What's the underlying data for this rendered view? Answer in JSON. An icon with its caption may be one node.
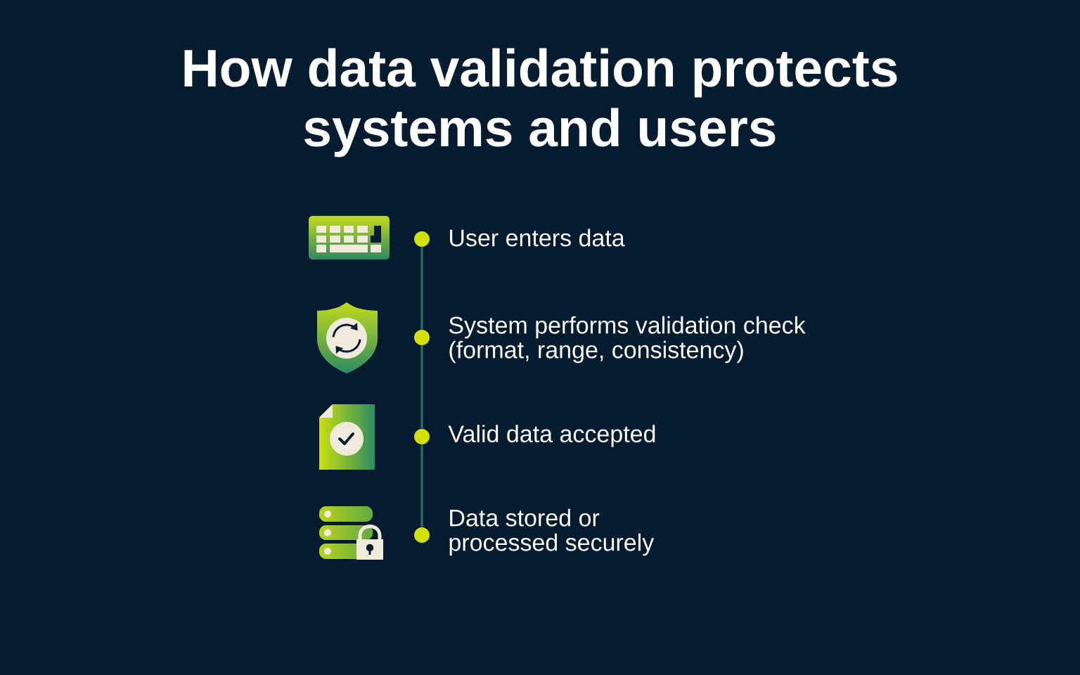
{
  "diagram": {
    "title": "How data validation protects systems and users",
    "nodes": [
      {
        "text": [],
        "shape": "circle",
        "beside": [
          "User enters data"
        ]
      },
      {
        "text": [],
        "shape": "circle",
        "beside": [
          "System performs validation check (format, range, consistency)"
        ]
      },
      {
        "text": [],
        "shape": "circle",
        "beside": [
          "Valid data accepted"
        ]
      },
      {
        "text": [],
        "shape": "circle",
        "beside": [
          "Data stored or processed securely"
        ]
      }
    ],
    "edges": [
      {
        "from": 0,
        "to": 1,
        "arrow": "none"
      },
      {
        "from": 1,
        "to": 2,
        "arrow": "none"
      },
      {
        "from": 2,
        "to": 3,
        "arrow": "none"
      }
    ]
  }
}
